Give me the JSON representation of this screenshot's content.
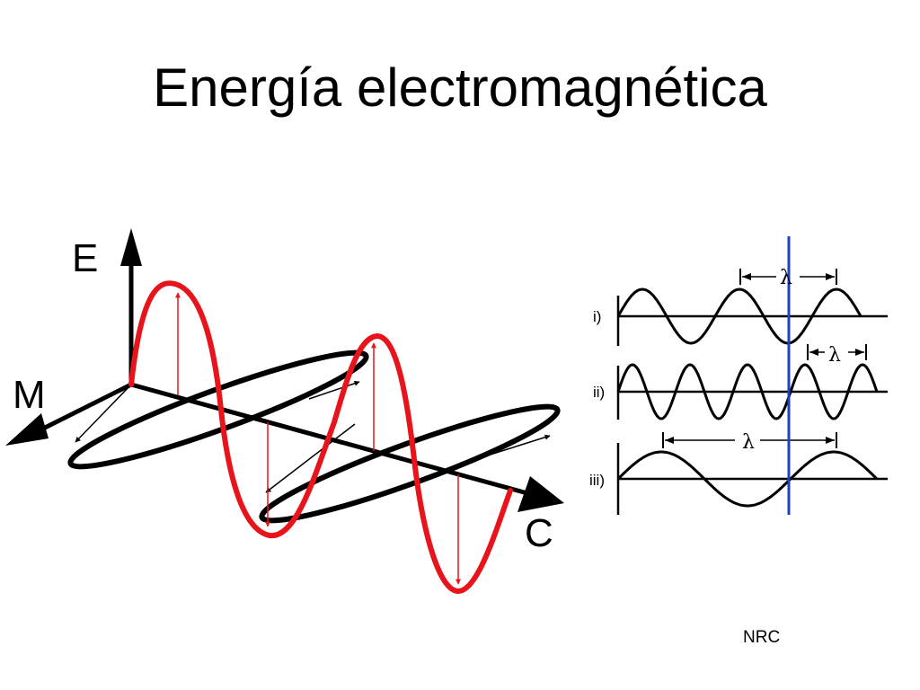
{
  "slide": {
    "title": "Energía electromagnética",
    "source": "NRC"
  },
  "em_wave_diagram": {
    "axis_labels": {
      "electric": "E",
      "magnetic": "M",
      "propagation": "C"
    },
    "colors": {
      "electric_field": "#e8141b",
      "magnetic_field": "#000000",
      "axes": "#000000"
    }
  },
  "wavelength_comparison": {
    "rows": [
      {
        "label": "i)",
        "wavelength_symbol": "λ",
        "cycles_shown": 2.5
      },
      {
        "label": "ii)",
        "wavelength_symbol": "λ",
        "cycles_shown": 4.5
      },
      {
        "label": "iii)",
        "wavelength_symbol": "λ",
        "cycles_shown": 1.5
      }
    ],
    "colors": {
      "wave": "#000000",
      "reference_line": "#1f3fc9"
    }
  }
}
